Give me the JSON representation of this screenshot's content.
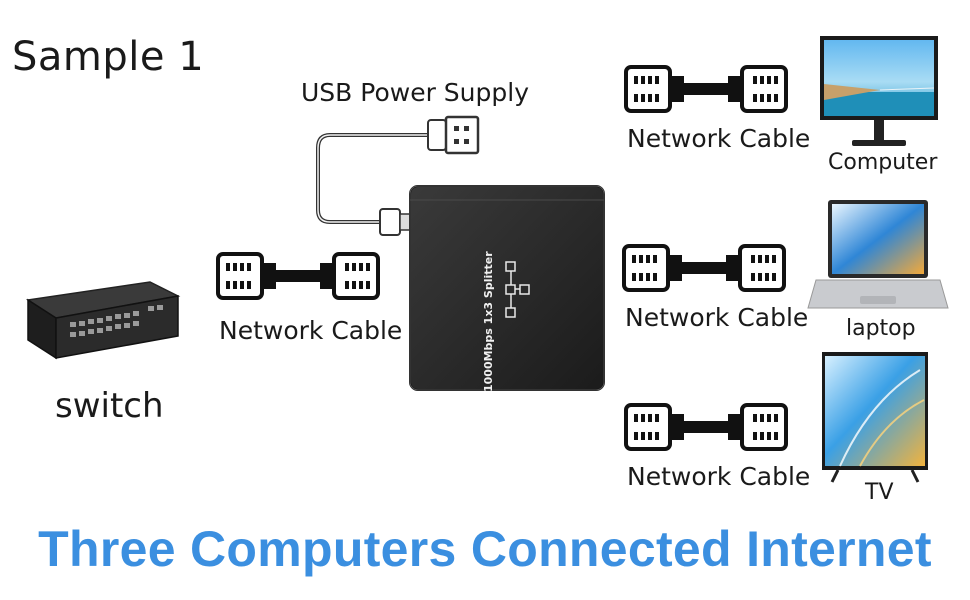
{
  "title": "Sample 1",
  "usb_label": "USB Power Supply",
  "splitter_text": "1000Mbps 1x3 Splitter",
  "cable_label": "Network Cable",
  "devices": {
    "switch": "switch",
    "computer": "Computer",
    "laptop": "laptop",
    "tv": "TV"
  },
  "footer": "Three Computers Connected Internet",
  "colors": {
    "accent": "#3b8fe0",
    "device_body": "#2a2a2a",
    "cable": "#111111"
  },
  "icons": [
    "rj45-connector-icon",
    "usb-plug-icon",
    "network-switch-icon",
    "monitor-icon",
    "laptop-icon",
    "tv-icon"
  ]
}
